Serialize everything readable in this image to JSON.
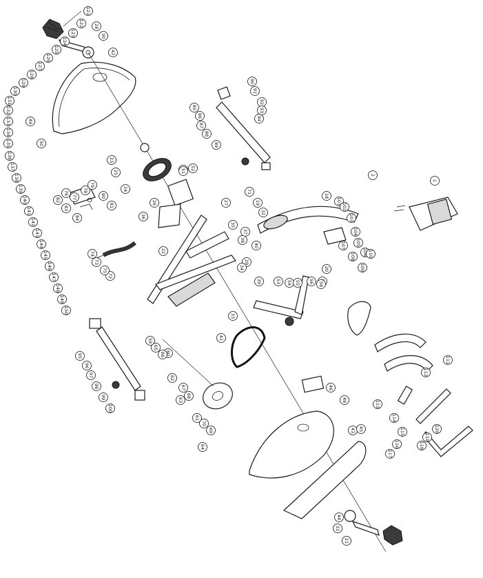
{
  "callouts": [
    "1",
    "2",
    "18",
    "19",
    "20",
    "21",
    "22",
    "23",
    "24",
    "25",
    "26",
    "27",
    "28",
    "29",
    "30",
    "31",
    "32",
    "33",
    "34",
    "35",
    "36",
    "37",
    "38",
    "39",
    "40",
    "41",
    "42",
    "43",
    "44",
    "45",
    "46",
    "47",
    "48",
    "49",
    "50",
    "51",
    "52",
    "53",
    "54",
    "55",
    "56",
    "57",
    "58",
    "59",
    "60",
    "61",
    "62",
    "63",
    "64",
    "65",
    "66",
    "67",
    "68",
    "69",
    "70",
    "71",
    "72",
    "73",
    "74",
    "75",
    "76",
    "77",
    "78",
    "79",
    "80",
    "81",
    "82",
    "83",
    "84",
    "85",
    "86",
    "87",
    "88",
    "89",
    "90",
    "91",
    "92",
    "93",
    "94",
    "95",
    "96",
    "97",
    "98",
    "99",
    "100",
    "101",
    "102",
    "103",
    "104",
    "105",
    "106",
    "107",
    "108",
    "109",
    "110",
    "111",
    "112",
    "113",
    "114",
    "115",
    "116",
    "117",
    "118",
    "119",
    "120",
    "121",
    "122",
    "123",
    "124",
    "125",
    "126",
    "127",
    "128",
    "129",
    "130",
    "131",
    "132",
    "133",
    "134",
    "135",
    "136",
    "137",
    "138",
    "139",
    "140",
    "141",
    "142",
    "143",
    "144",
    "145",
    "146",
    "147",
    "148",
    "149",
    "150"
  ]
}
